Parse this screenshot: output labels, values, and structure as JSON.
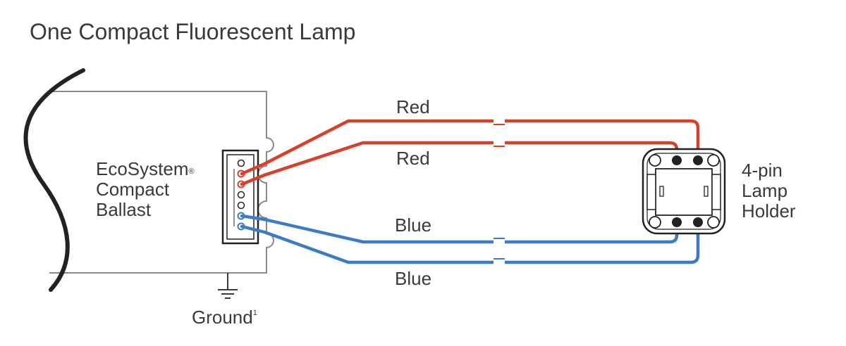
{
  "title": "One Compact Fluorescent Lamp",
  "ballast": {
    "line1": "EcoSystem",
    "registered_mark": "®",
    "line2": "Compact",
    "line3": "Ballast"
  },
  "ground": {
    "label": "Ground",
    "footnote": "1"
  },
  "wires": {
    "red_top": "Red",
    "red_bottom": "Red",
    "blue_top": "Blue",
    "blue_bottom": "Blue"
  },
  "lamp_holder": {
    "line1": "4-pin",
    "line2": "Lamp",
    "line3": "Holder"
  },
  "colors": {
    "red": "#d8402a",
    "blue": "#3b7cc4",
    "outline": "#8a8a8a",
    "text": "#3a3a3a",
    "cable": "#222222"
  }
}
